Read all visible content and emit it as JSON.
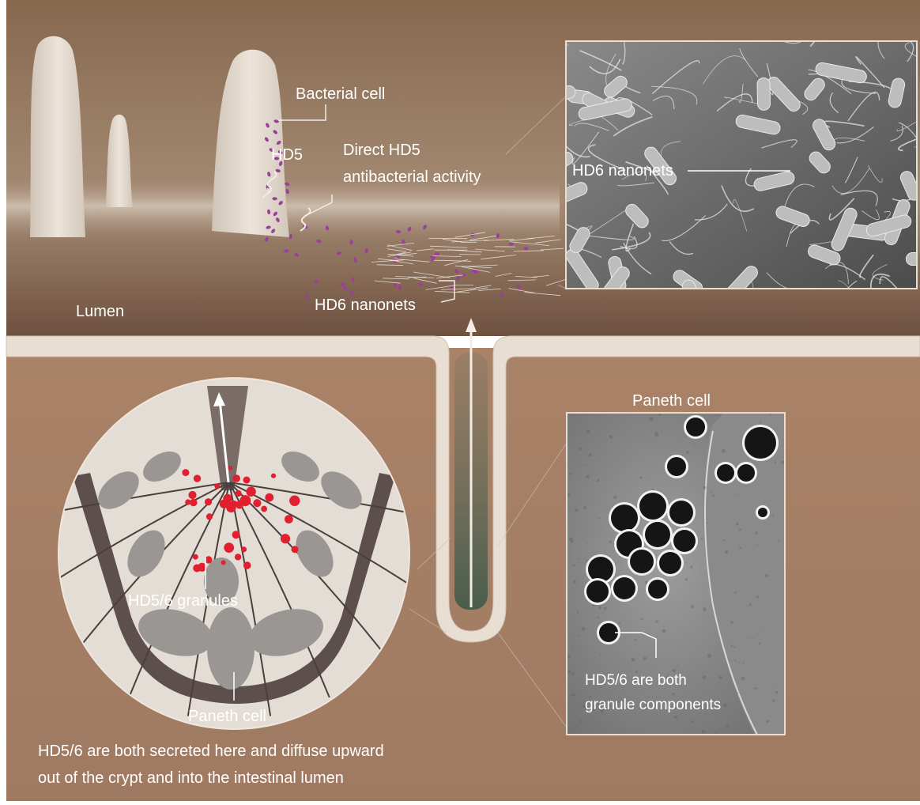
{
  "labels": {
    "bacterial_cell": "Bacterial cell",
    "hd5": "HD5",
    "direct_hd5_line1": "Direct HD5",
    "direct_hd5_line2": "antibacterial activity",
    "hd6_nanonets_inset": "HD6 nanonets",
    "hd6_nanonets_lumen": "HD6 nanonets",
    "lumen": "Lumen",
    "paneth_cell_inset": "Paneth cell",
    "granules": "HD5/6 granules",
    "paneth_cell_crypt": "Paneth cell",
    "granule_components_line1": "HD5/6 are both",
    "granule_components_line2": "granule components",
    "caption_line1": "HD5/6 are both secreted here and diffuse upward",
    "caption_line2": "out of the crypt and into the intestinal lumen"
  },
  "colors": {
    "lumen_brown": "#8b6e56",
    "tissue_brown": "#a57c62",
    "epithelium_cream": "#e8ded2",
    "bacteria_purple": "#9a3f9a",
    "granule_red": "#e0202e",
    "cell_membrane": "#5a4a48",
    "nucleus_gray": "#9a9694"
  }
}
